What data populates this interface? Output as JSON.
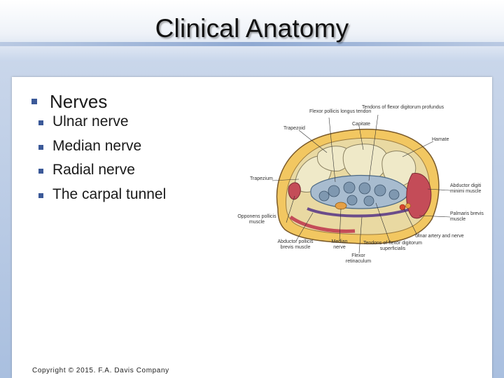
{
  "slide": {
    "title": "Clinical Anatomy",
    "bullet": "Nerves",
    "sub_bullets": [
      "Ulnar nerve",
      "Median nerve",
      "Radial nerve",
      "The carpal tunnel"
    ],
    "copyright": "Copyright © 2015. F.A. Davis Company"
  },
  "figure": {
    "labels": {
      "flexor_pollicis": "Flexor pollicis longus tendon",
      "tendons_profundus": "Tendons of flexor digitorum profundus",
      "capitate": "Capitate",
      "trapezoid": "Trapezoid",
      "hamate": "Hamate",
      "trapezium": "Trapezium",
      "abductor_digiti": "Abductor digiti minimi muscle",
      "opponens": "Opponens pollicis muscle",
      "palmaris": "Palmaris brevis muscle",
      "ulnar_artery": "Ulnar artery and nerve",
      "abductor_pollicis": "Abductor pollicis brevis muscle",
      "median": "Median nerve",
      "tendons_superficialis": "Tendons of flexor digitorum superficialis",
      "flexor_retinaculum": "Flexor retinaculum"
    },
    "colors": {
      "bone": "#efe9c8",
      "muscle": "#c44c58",
      "fat": "#f2c761",
      "tunnel": "#a8bccf",
      "nerve": "#e5a044"
    }
  }
}
